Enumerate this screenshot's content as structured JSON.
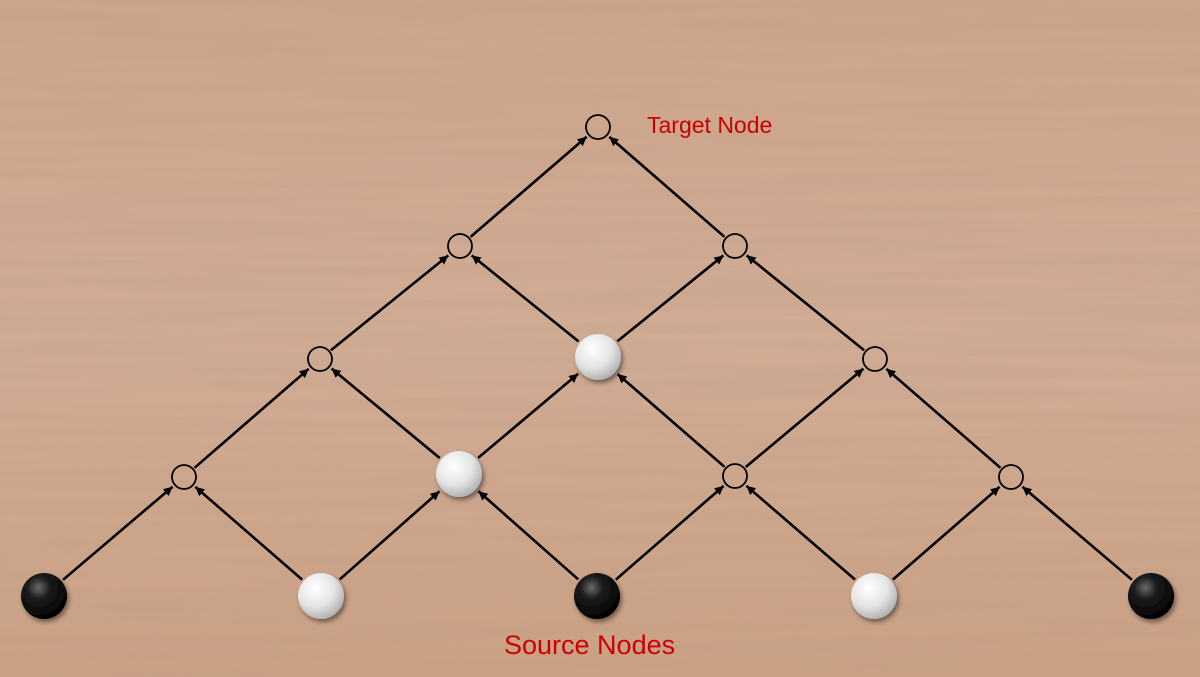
{
  "labels": {
    "target": "Target Node",
    "source": "Source Nodes"
  },
  "colors": {
    "label": "#cc0000",
    "edge": "#000000",
    "empty_node_fill": "none",
    "empty_node_stroke": "#000000",
    "black_stone": "#111111",
    "white_stone": "#e6e6e6",
    "wood_base": "#d0a78d"
  },
  "graph": {
    "nodes": [
      {
        "id": "T",
        "kind": "empty"
      },
      {
        "id": "L1",
        "kind": "empty"
      },
      {
        "id": "R1",
        "kind": "empty"
      },
      {
        "id": "A2",
        "kind": "empty"
      },
      {
        "id": "B2",
        "kind": "white"
      },
      {
        "id": "C2",
        "kind": "empty"
      },
      {
        "id": "A3",
        "kind": "empty"
      },
      {
        "id": "B3",
        "kind": "white"
      },
      {
        "id": "C3",
        "kind": "empty"
      },
      {
        "id": "D3",
        "kind": "empty"
      },
      {
        "id": "S1",
        "kind": "black"
      },
      {
        "id": "S2",
        "kind": "white"
      },
      {
        "id": "S3",
        "kind": "black"
      },
      {
        "id": "S4",
        "kind": "white"
      },
      {
        "id": "S5",
        "kind": "black"
      }
    ],
    "edges": [
      {
        "from": "S1",
        "to": "A3"
      },
      {
        "from": "S2",
        "to": "A3"
      },
      {
        "from": "S2",
        "to": "B3"
      },
      {
        "from": "S3",
        "to": "B3"
      },
      {
        "from": "S3",
        "to": "C3"
      },
      {
        "from": "S4",
        "to": "C3"
      },
      {
        "from": "S4",
        "to": "D3"
      },
      {
        "from": "S5",
        "to": "D3"
      },
      {
        "from": "A3",
        "to": "A2"
      },
      {
        "from": "B3",
        "to": "A2"
      },
      {
        "from": "B3",
        "to": "B2"
      },
      {
        "from": "C3",
        "to": "B2"
      },
      {
        "from": "C3",
        "to": "C2"
      },
      {
        "from": "D3",
        "to": "C2"
      },
      {
        "from": "A2",
        "to": "L1"
      },
      {
        "from": "B2",
        "to": "L1"
      },
      {
        "from": "B2",
        "to": "R1"
      },
      {
        "from": "C2",
        "to": "R1"
      },
      {
        "from": "L1",
        "to": "T"
      },
      {
        "from": "R1",
        "to": "T"
      }
    ]
  }
}
